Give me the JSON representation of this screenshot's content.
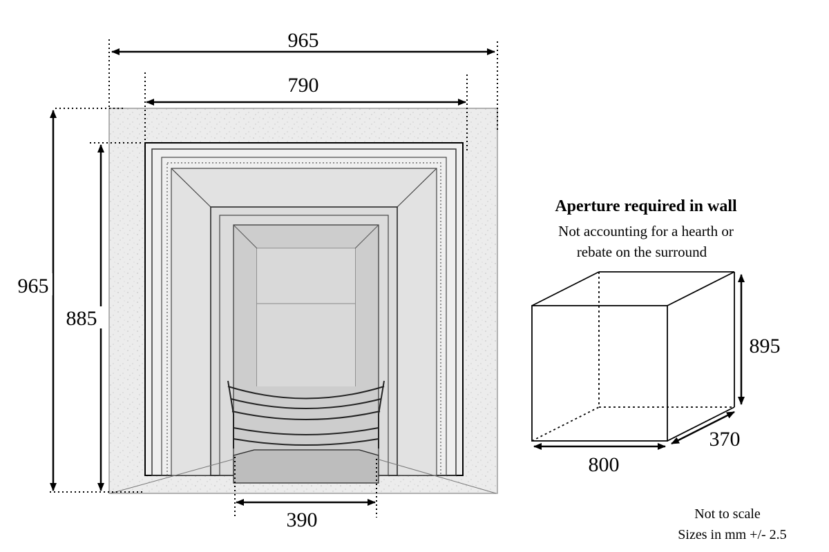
{
  "fireplace": {
    "width_overall": "965",
    "width_inner": "790",
    "height_overall": "965",
    "height_inner": "885",
    "grate_width": "390"
  },
  "aperture": {
    "title": "Aperture required in wall",
    "note_line1": "Not accounting for a hearth or",
    "note_line2": "rebate on the surround",
    "height": "895",
    "depth": "370",
    "width": "800"
  },
  "footer": {
    "line1": "Not to scale",
    "line2": "Sizes in mm +/- 2.5"
  },
  "colors": {
    "line": "#000000",
    "stone": "#e9e9e9",
    "stone_dark": "#cfcfcf",
    "insert": "#d6d6d6",
    "firebox": "#c4c4c4"
  }
}
